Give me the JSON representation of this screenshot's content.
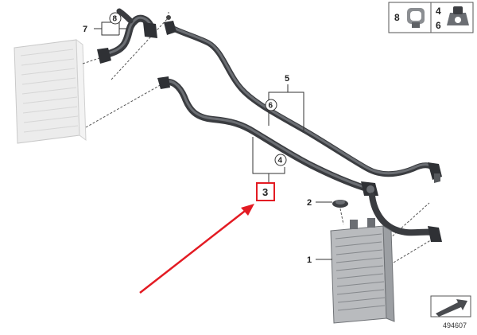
{
  "diagram": {
    "callouts": {
      "c1": "1",
      "c2": "2",
      "c3": "3",
      "c4": "4",
      "c5": "5",
      "c6": "6",
      "c7": "7",
      "c8": "8"
    },
    "legend": {
      "left_num": "8",
      "right_top_num": "4",
      "right_bottom_num": "6"
    },
    "reference_number": "494607",
    "colors": {
      "highlight_box": "#e31b23",
      "arrow": "#e31b23",
      "hose": "#3a3c40"
    },
    "icons": [
      "clamp-icon",
      "grommet-icon",
      "orientation-arrow-icon"
    ]
  }
}
